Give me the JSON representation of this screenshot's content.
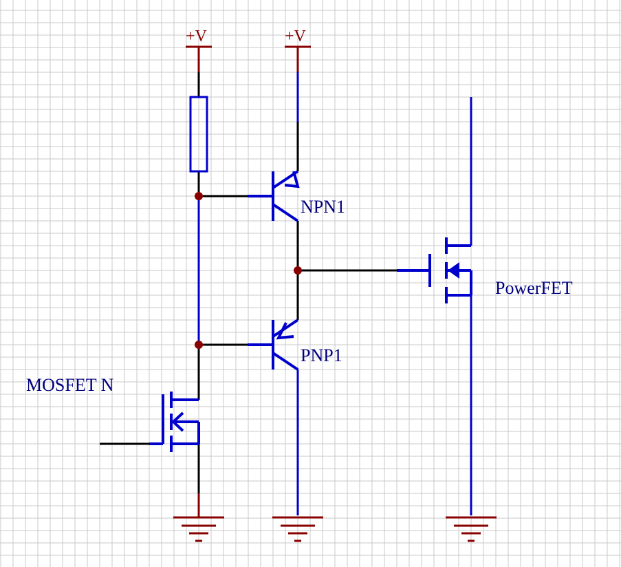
{
  "colors": {
    "grid": "#c8c8c8",
    "wire": "#000000",
    "component": "#0000cc",
    "power": "#880000",
    "label": "#000080",
    "junction": "#880000",
    "background": "#ffffff"
  },
  "power_labels": {
    "vplus_left": "+V",
    "vplus_right": "+V"
  },
  "component_labels": {
    "npn": "NPN1",
    "pnp": "PNP1",
    "powerfet": "PowerFET",
    "mosfet_n": "MOSFET N"
  }
}
